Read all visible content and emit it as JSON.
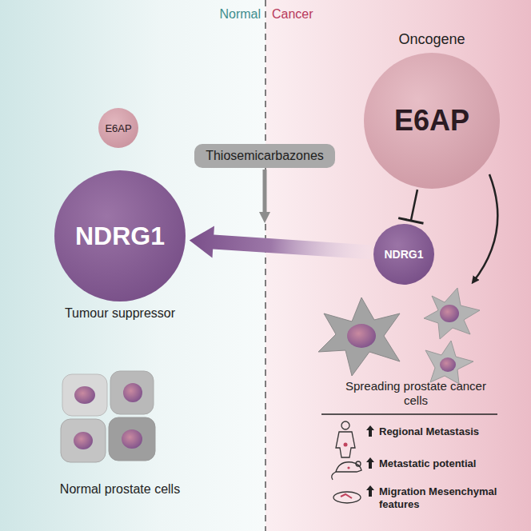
{
  "diagram": {
    "nodes": [
      {
        "text": [
          "E6AP"
        ]
      },
      {
        "text": [
          "Oncogene",
          "E6AP"
        ]
      },
      {
        "text": [
          "Thiosemicarbazones"
        ]
      },
      {
        "text": [
          "NDRG1",
          "Tumour suppressor"
        ]
      },
      {
        "text": [
          "NDRG1"
        ]
      }
    ],
    "edges": [
      {
        "from": 1,
        "to": 4,
        "arrow": "to"
      },
      {
        "from": 4,
        "to": 3,
        "arrow": "to"
      }
    ],
    "labels": [
      "Normal",
      "Cancer",
      "Normal prostate cells",
      "Spreading prostate cancer cells",
      "Regional Metastasis",
      "Metastatic potential",
      "Migration Mesenchymal features"
    ]
  }
}
